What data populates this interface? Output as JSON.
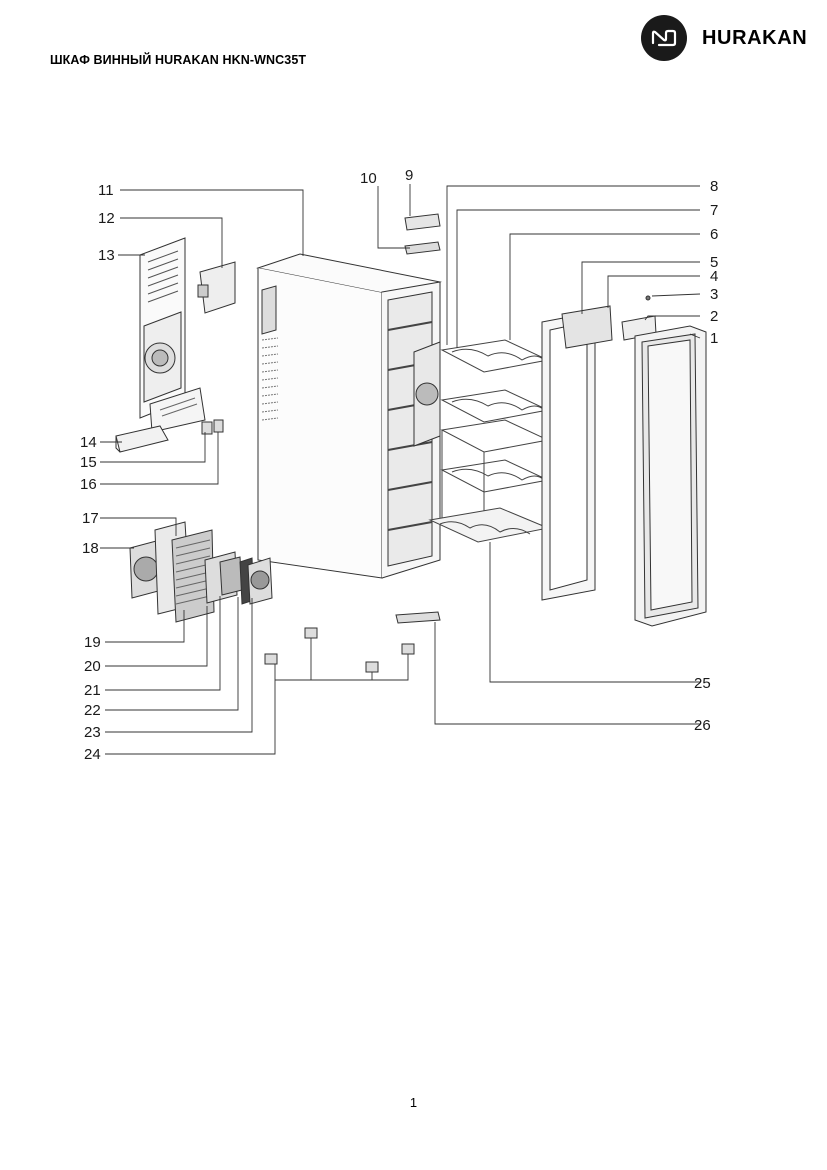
{
  "document": {
    "title": "ШКАФ ВИННЫЙ HURAKAN HKN-WNC35T",
    "brand_name": "HURAKAN",
    "brand_icon": "hurakan-logo-icon",
    "page_number": "1"
  },
  "diagram": {
    "callouts": [
      "1",
      "2",
      "3",
      "4",
      "5",
      "6",
      "7",
      "8",
      "9",
      "10",
      "11",
      "12",
      "13",
      "14",
      "15",
      "16",
      "17",
      "18",
      "19",
      "20",
      "21",
      "22",
      "23",
      "24",
      "25",
      "26"
    ]
  }
}
